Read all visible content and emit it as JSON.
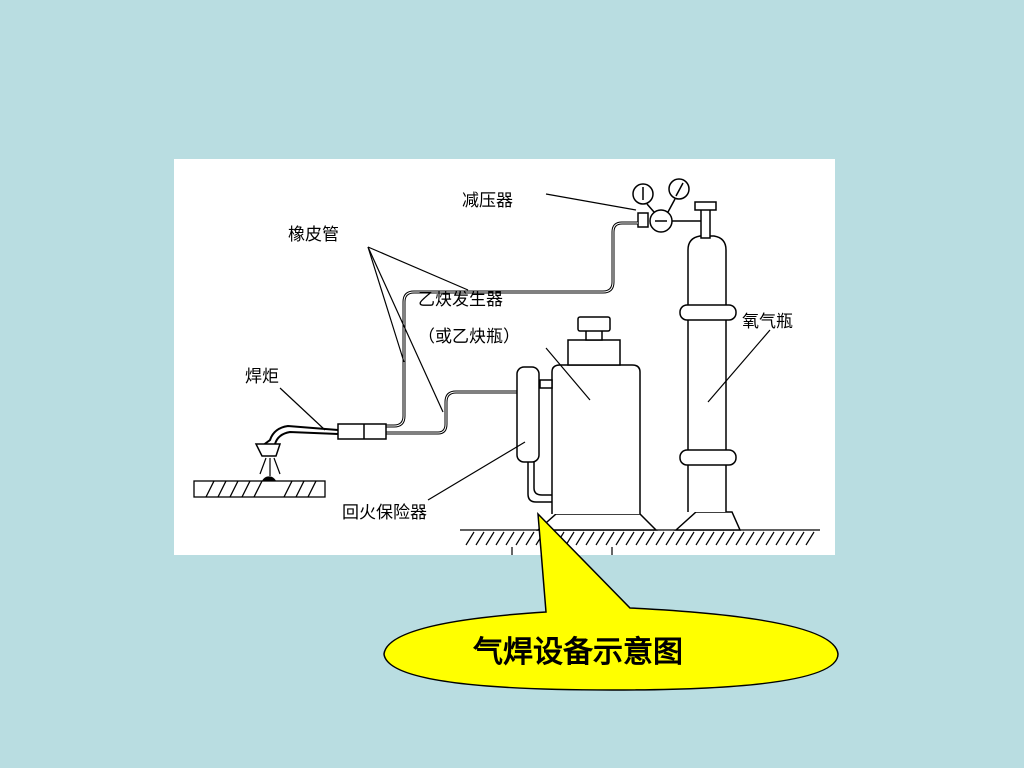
{
  "labels": {
    "pressure_reducer": "减压器",
    "rubber_hose": "橡皮管",
    "acetylene_generator": "乙炔发生器",
    "acetylene_bottle": "（或乙炔瓶）",
    "oxygen_bottle": "氧气瓶",
    "torch": "焊炬",
    "flashback_arrestor": "回火保险器"
  },
  "caption": "气焊设备示意图",
  "colors": {
    "background": "#b9dde1",
    "panel": "#ffffff",
    "callout": "#ffff00",
    "line": "#000000"
  }
}
